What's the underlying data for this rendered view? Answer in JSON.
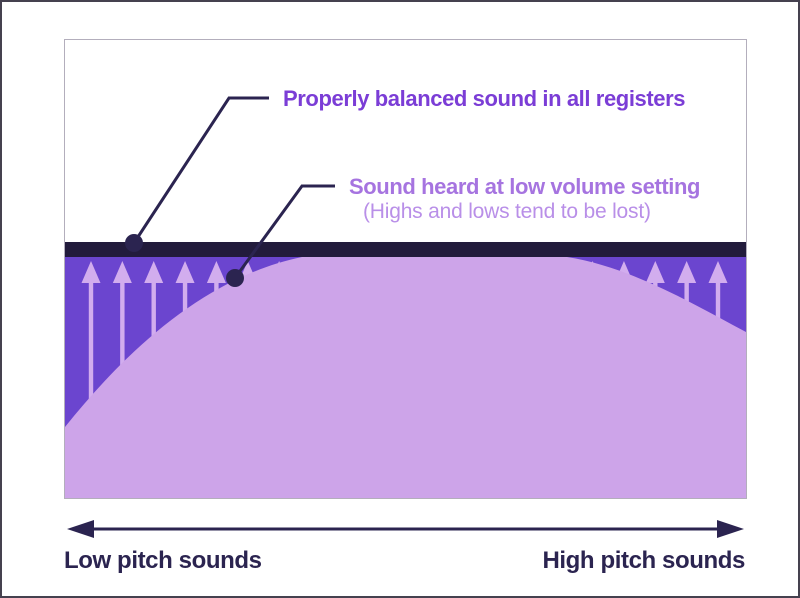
{
  "figure": {
    "callout_balanced": {
      "label": "Properly balanced sound in all registers"
    },
    "callout_low_volume": {
      "label": "Sound heard at low volume setting",
      "sublabel": "(Highs and lows tend to be lost)"
    },
    "axis": {
      "left_label": "Low pitch sounds",
      "right_label": "High pitch sounds"
    },
    "arrows": {
      "count": 21,
      "direction": "up"
    }
  },
  "colors": {
    "navy": "#2b2450",
    "balanced_bar": "#221b3c",
    "purple_fill": "#6b45cf",
    "dome": "#cda4e9",
    "arrow": "#d2adee",
    "title_text": "#7b3dd6",
    "low_volume_text": "#a674e0",
    "low_volume_subtext": "#b98fe8",
    "frame": "#45414f"
  }
}
